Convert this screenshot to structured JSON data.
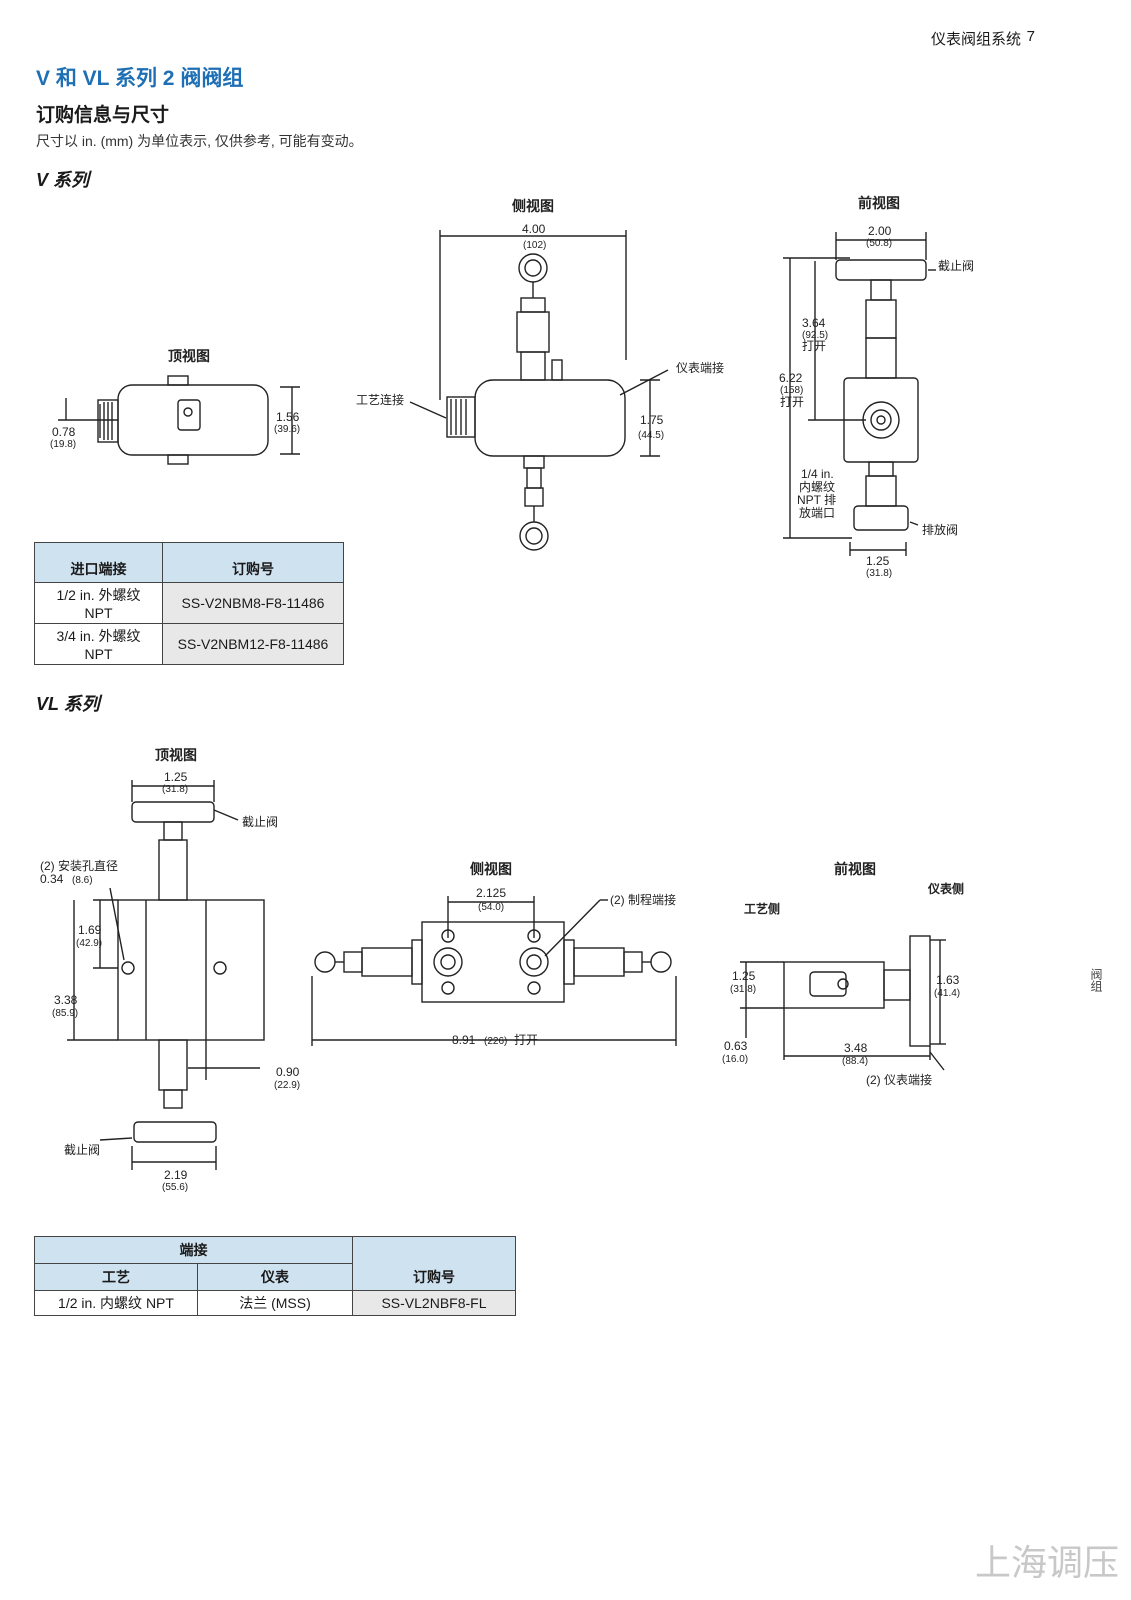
{
  "header": {
    "section": "仪表阀组系统",
    "page": "7"
  },
  "main_title": "V 和 VL 系列 2 阀阀组",
  "subtitle": "订购信息与尺寸",
  "note": "尺寸以 in. (mm) 为单位表示, 仅供参考, 可能有变动。",
  "v_series": {
    "label": "V 系列",
    "view_top": "顶视图",
    "view_side": "侧视图",
    "view_front": "前视图",
    "top": {
      "d1": "1.56",
      "d1mm": "(39.6)",
      "d2": "0.78",
      "d2mm": "(19.8)"
    },
    "side": {
      "width": "4.00",
      "widthmm": "(102)",
      "h": "1.75",
      "hmm": "(44.5)",
      "process": "工艺连接",
      "instrument": "仪表端接"
    },
    "front": {
      "w": "2.00",
      "wmm": "(50.8)",
      "h1": "3.64",
      "h1mm": "(92.5)",
      "h1note": "打开",
      "h2": "6.22",
      "h2mm": "(158)",
      "h2note": "打开",
      "drain_port": [
        "1/4 in.",
        "内螺纹",
        "NPT 排",
        "放端口"
      ],
      "bw": "1.25",
      "bwmm": "(31.8)",
      "isolate": "截止阀",
      "drain": "排放阀"
    },
    "table": {
      "headers": [
        "进口端接",
        "订购号"
      ],
      "rows": [
        {
          "inlet": [
            "1/2 in. 外螺纹",
            "NPT"
          ],
          "part": "SS-V2NBM8-F8-11486"
        },
        {
          "inlet": [
            "3/4 in. 外螺纹",
            "NPT"
          ],
          "part": "SS-V2NBM12-F8-11486"
        }
      ]
    }
  },
  "vl_series": {
    "label": "VL 系列",
    "view_top": "顶视图",
    "view_side": "侧视图",
    "view_front": "前视图",
    "top": {
      "w": "1.25",
      "wmm": "(31.8)",
      "isolate_top": "截止阀",
      "holes": "(2) 安装孔直径",
      "holes_d": "0.34",
      "holes_dmm": "(8.6)",
      "h1": "1.69",
      "h1mm": "(42.9)",
      "h2": "3.38",
      "h2mm": "(85.9)",
      "offset": "0.90",
      "offsetmm": "(22.9)",
      "isolate_bottom": "截止阀",
      "bw": "2.19",
      "bwmm": "(55.6)"
    },
    "side": {
      "spacing": "2.125",
      "spacingmm": "(54.0)",
      "ports": "(2) 制程端接",
      "length": "8.91",
      "lengthmm": "(226)",
      "open": "打开"
    },
    "front": {
      "process_side": "工艺侧",
      "instrument_side": "仪表侧",
      "h": "1.25",
      "hmm": "(31.8)",
      "fh": "1.63",
      "fhmm": "(41.4)",
      "b": "0.63",
      "bmm": "(16.0)",
      "len": "3.48",
      "lenmm": "(88.4)",
      "inst_ports": "(2) 仪表端接"
    },
    "table": {
      "group_header": "端接",
      "headers": [
        "工艺",
        "仪表",
        "订购号"
      ],
      "rows": [
        {
          "process": "1/2 in. 内螺纹 NPT",
          "instrument": "法兰 (MSS)",
          "part": "SS-VL2NBF8-FL"
        }
      ]
    }
  },
  "side_tab": "阀组",
  "watermark": "上海调压"
}
